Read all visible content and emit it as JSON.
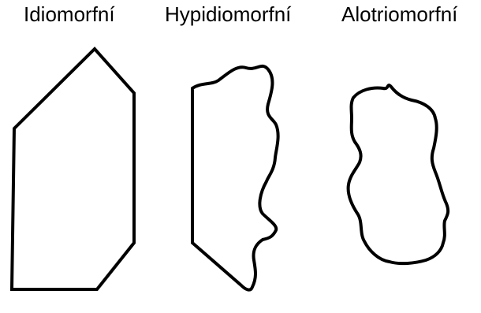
{
  "labels": {
    "idiomorphic": "Idiomorfní",
    "hypidiomorphic": "Hypidiomorfní",
    "allotriomorphic": "Alotriomorfní"
  },
  "colors": {
    "background": "#ffffff",
    "stroke": "#000000"
  }
}
